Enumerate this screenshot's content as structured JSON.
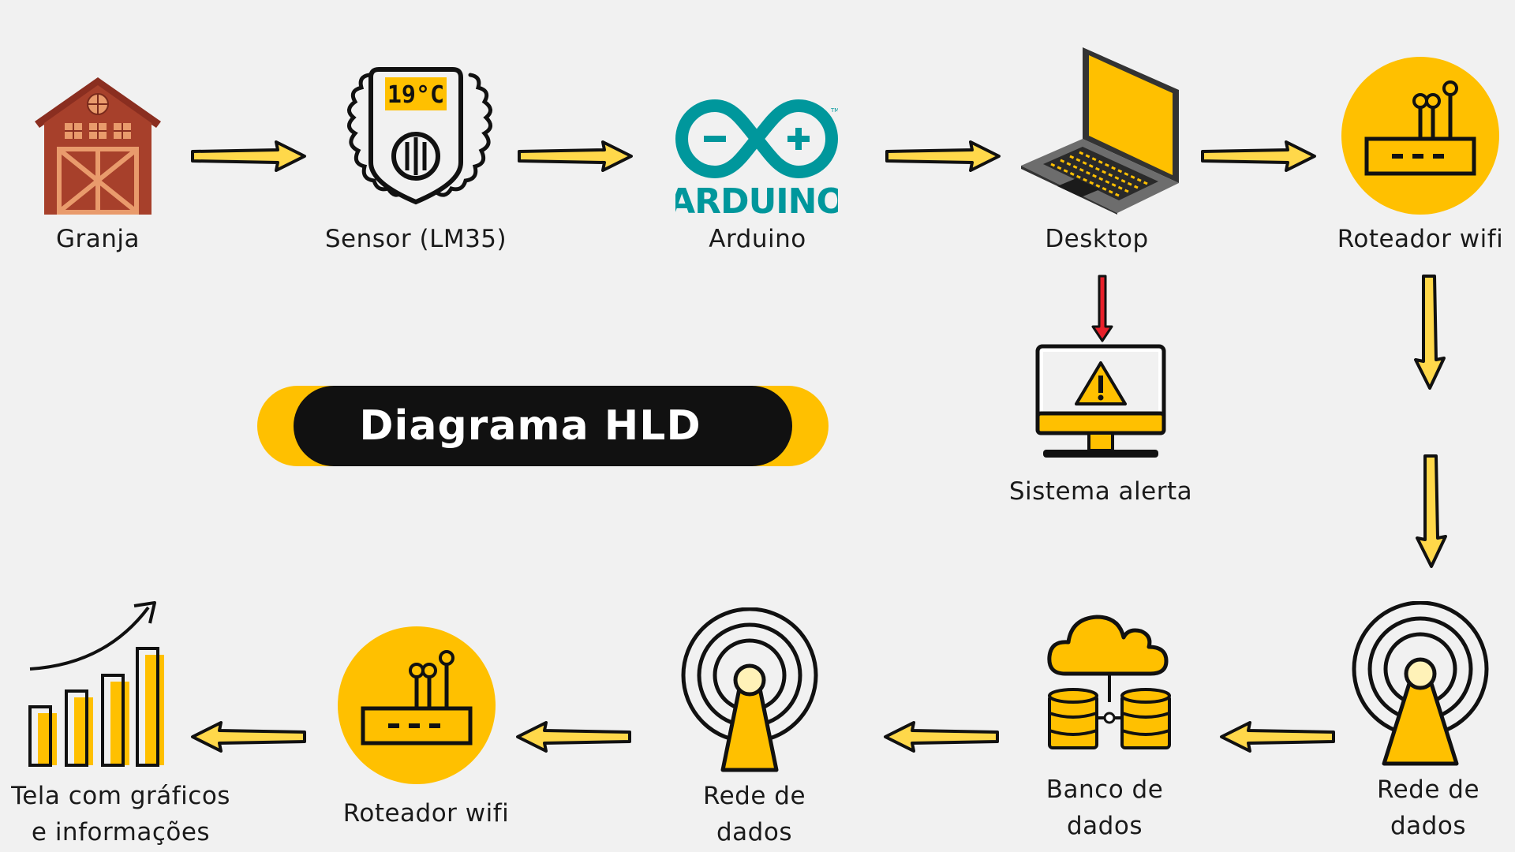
{
  "title": "Diagrama HLD",
  "nodes": {
    "granja": "Granja",
    "sensor": "Sensor (LM35)",
    "sensor_reading": "19°C",
    "arduino": "Arduino",
    "arduino_logo_text": "ARDUINO",
    "desktop": "Desktop",
    "roteador_top": "Roteador wifi",
    "sistema_alerta": "Sistema alerta",
    "rede_right": "Rede de\ndados",
    "banco": "Banco de\ndados",
    "rede_mid": "Rede de\ndados",
    "roteador_bottom": "Roteador wifi",
    "tela": "Tela com gráficos\ne informações"
  },
  "colors": {
    "background": "#f1f1f1",
    "accent_yellow": "#ffc000",
    "title_black": "#111111",
    "alert_arrow": "#e8202a",
    "arduino_teal": "#00979c",
    "barn_red": "#a23d2a"
  }
}
